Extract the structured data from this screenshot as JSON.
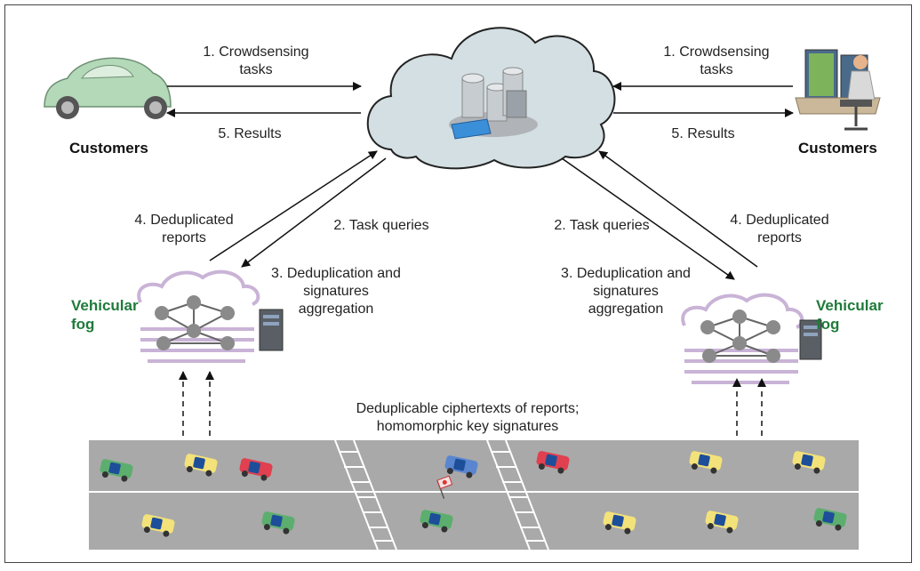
{
  "left": {
    "task_label": "1. Crowdsensing\ntasks",
    "results_label": "5. Results",
    "customer_label": "Customers",
    "dedup_reports_label": "4. Deduplicated\nreports",
    "task_queries_label": "2. Task queries",
    "dedup_sig_label": "3. Deduplication and\nsignatures\naggregation",
    "fog_label": "Vehicular\nfog"
  },
  "right": {
    "task_label": "1. Crowdsensing\ntasks",
    "results_label": "5. Results",
    "customer_label": "Customers",
    "dedup_reports_label": "4. Deduplicated\nreports",
    "task_queries_label": "2. Task queries",
    "dedup_sig_label": "3. Deduplication and\nsignatures\naggregation",
    "fog_label": "Vehicular\nfog"
  },
  "road_caption": "Deduplicable ciphertexts of reports;\nhomomorphic key signatures",
  "colors": {
    "cloud_fill": "#d3dfe2",
    "fog_lines": "#c9b3d6",
    "node_fill": "#8a8a8a",
    "road": "#a9a9a9",
    "fog_text": "#1f7a3a",
    "car_body": "#b3d9b9"
  },
  "icons": [
    "car-icon",
    "cloud-icon",
    "database-icon",
    "workstation-icon",
    "fog-node-icon",
    "server-icon",
    "vehicle-icon",
    "flag-icon"
  ]
}
